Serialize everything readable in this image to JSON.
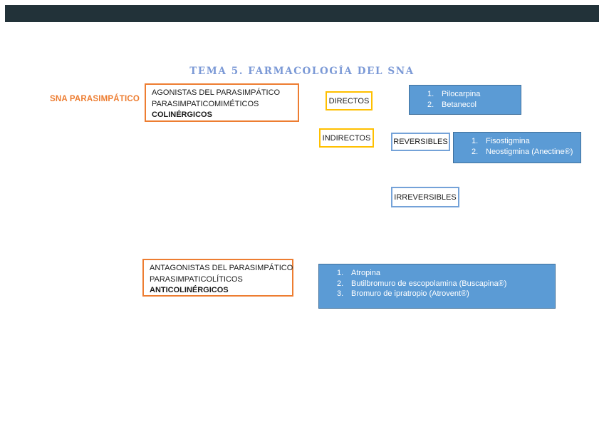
{
  "title": "TEMA 5. FARMACOLOGÍA DEL SNA",
  "labels": {
    "sna": "SNA PARASIMPÁTICO",
    "directos": "DIRECTOS",
    "indirectos": "INDIRECTOS",
    "reversibles": "REVERSIBLES",
    "irreversibles": "IRREVERSIBLES"
  },
  "boxes": {
    "agonistas": {
      "line1": "AGONISTAS DEL PARASIMPÁTICO",
      "line2": "PARASIMPATICOMIMÉTICOS",
      "line3": "COLINÉRGICOS"
    },
    "antagonistas": {
      "line1": "ANTAGONISTAS DEL PARASIMPÁTICO",
      "line2": "PARASIMPATICOLÍTICOS",
      "line3": "ANTICOLINÉRGICOS"
    }
  },
  "lists": {
    "directos_drugs": [
      {
        "num": "1.",
        "name": "Pilocarpina"
      },
      {
        "num": "2.",
        "name": "Betanecol"
      }
    ],
    "reversibles_drugs": [
      {
        "num": "1.",
        "name": "Fisostigmina"
      },
      {
        "num": "2.",
        "name": "Neostigmina (Anectine®)"
      }
    ],
    "antagonistas_drugs": [
      {
        "num": "1.",
        "name": "Atropina"
      },
      {
        "num": "2.",
        "name": "Butilbromuro de escopolamina (Buscapina®)"
      },
      {
        "num": "3.",
        "name": "Bromuro de ipratropio (Atrovent®)"
      }
    ]
  },
  "colors": {
    "blue_fill": "#5B9BD5",
    "blue_border": "#41719C",
    "light_blue_border": "#74A2D8",
    "orange_accent": "#ED7D31",
    "yellow_accent": "#FFC000",
    "title_blue": "#7B99D6",
    "top_bar": "#223239"
  }
}
